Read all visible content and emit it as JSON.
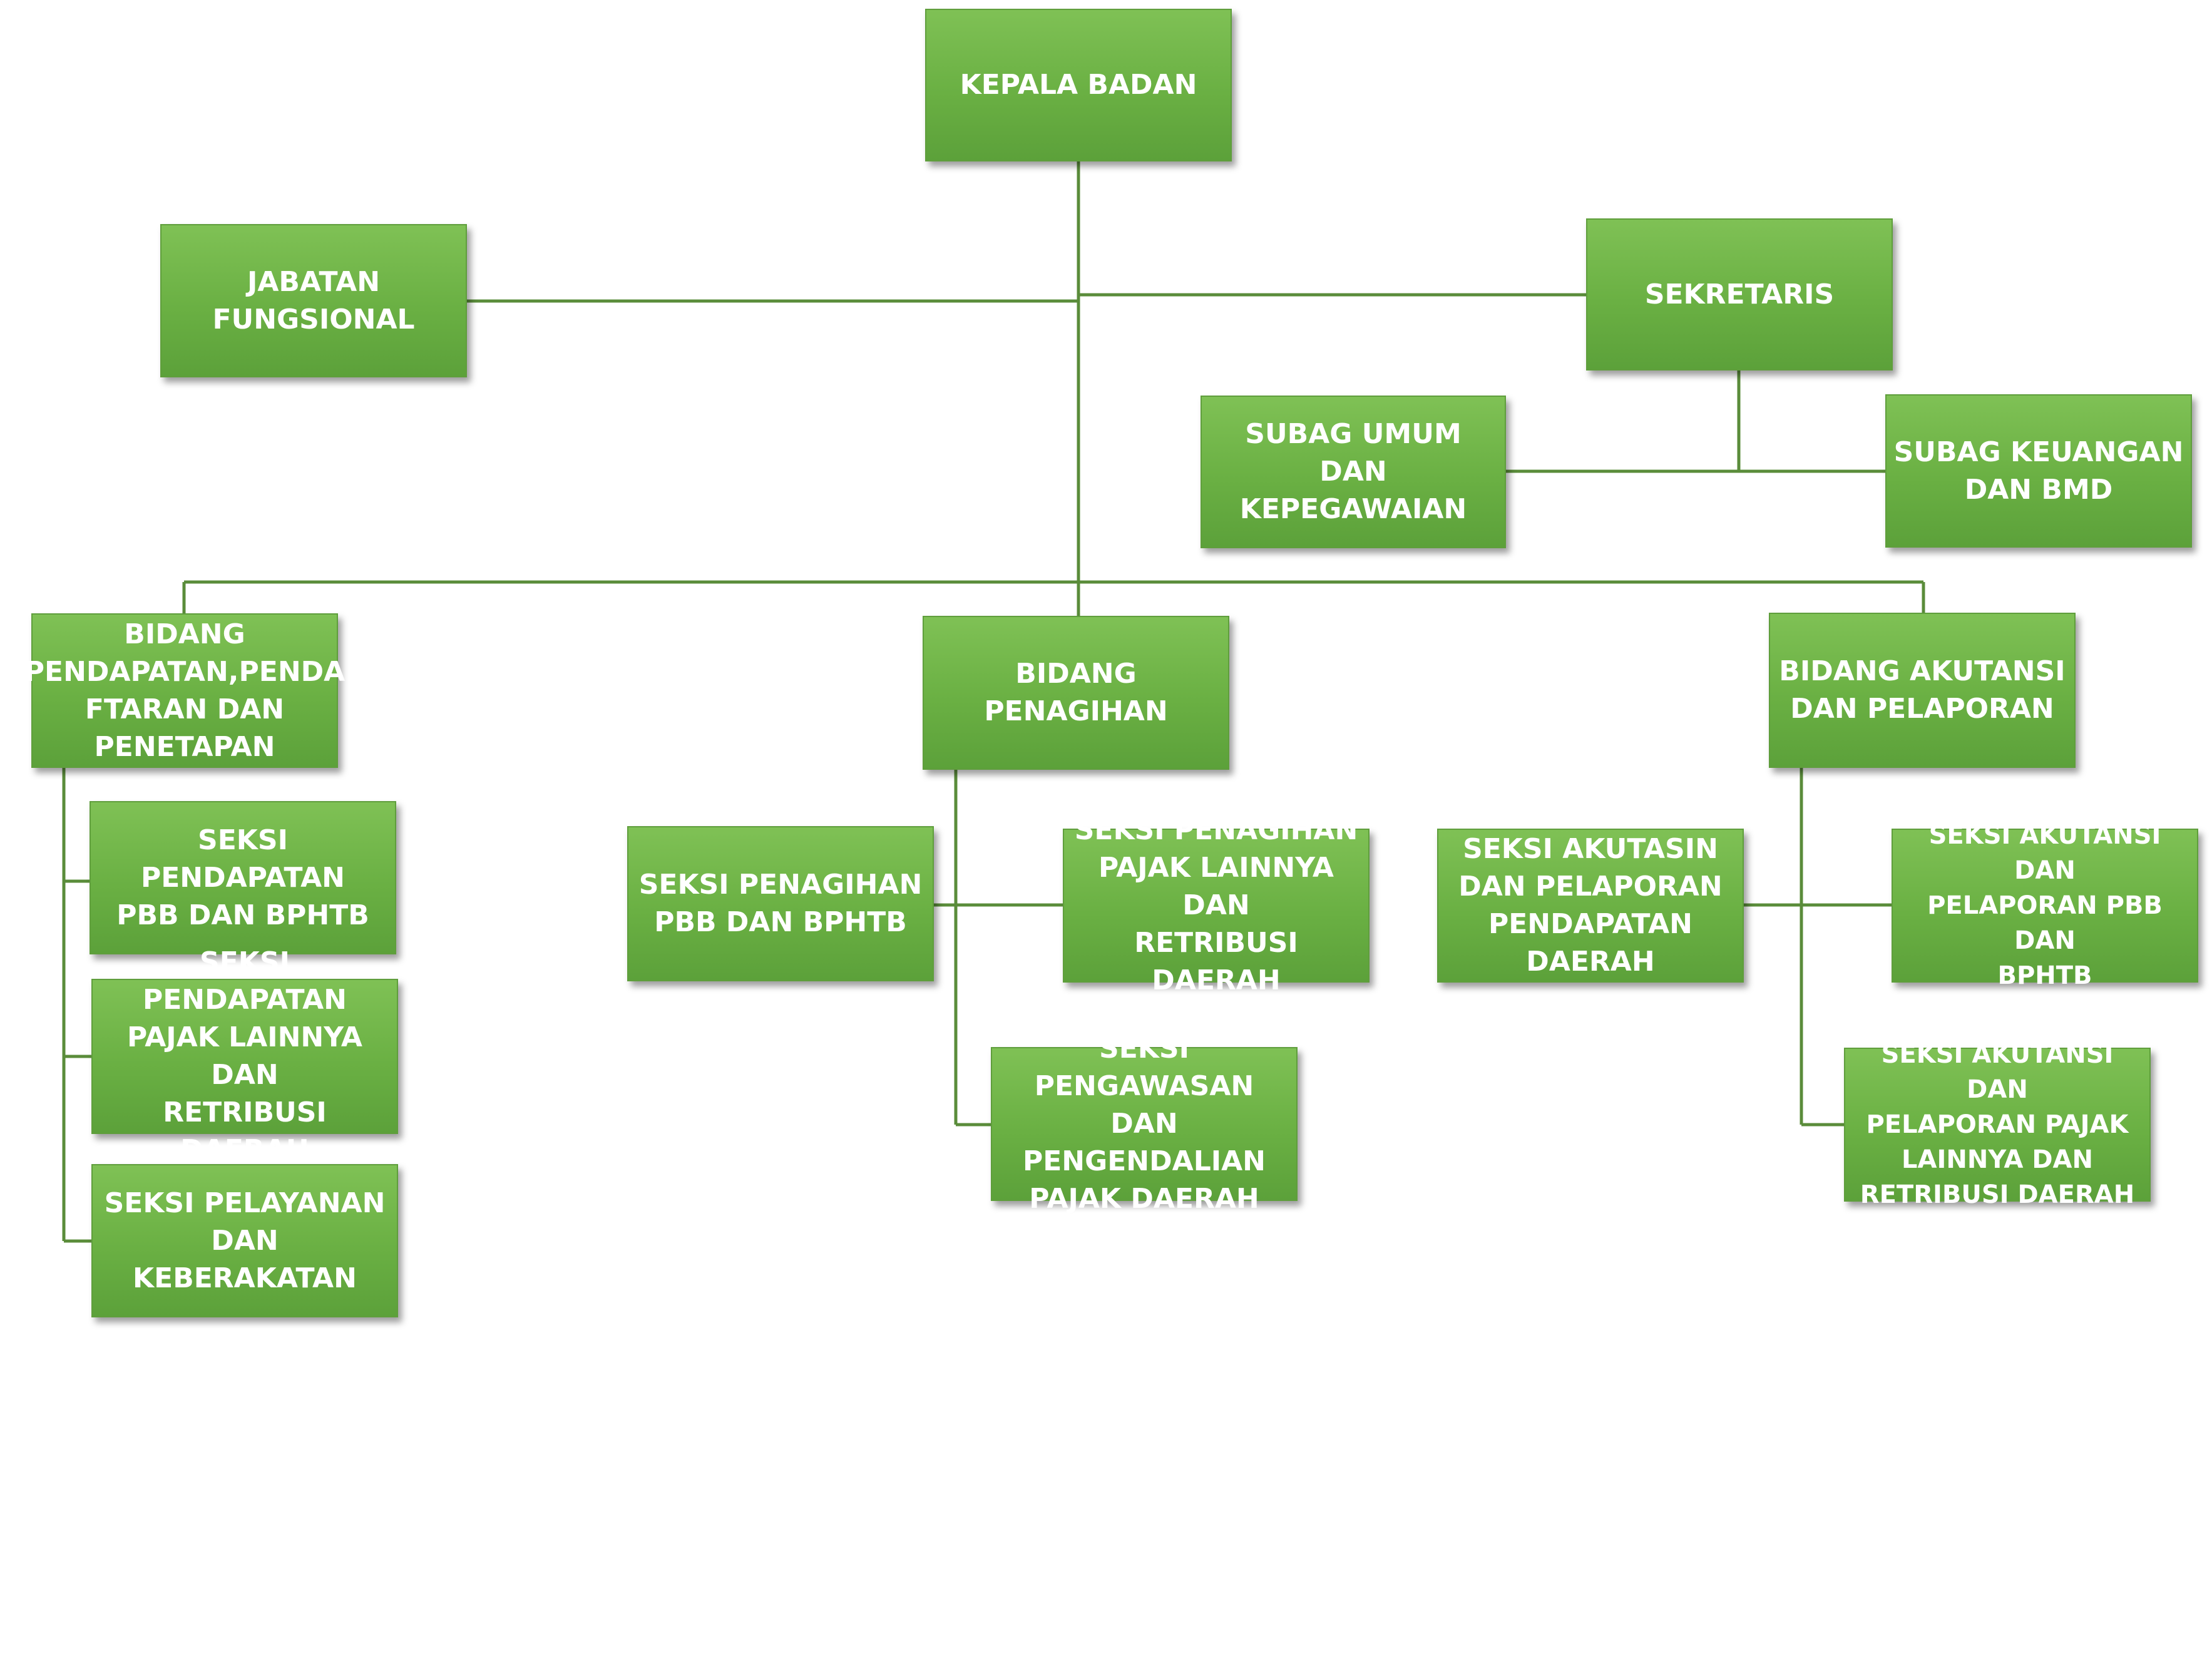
{
  "org_chart": {
    "colors": {
      "box": "#6ab043",
      "box_border": "#5f9e3c",
      "line": "#5a8c3a",
      "text": "#ffffff"
    },
    "nodes": {
      "kepala_badan": "KEPALA BADAN",
      "jabatan_fungsional": "JABATAN\nFUNGSIONAL",
      "sekretaris": "SEKRETARIS",
      "subag_umum": "SUBAG UMUM DAN\nKEPEGAWAIAN",
      "subag_keuangan": "SUBAG KEUANGAN\nDAN BMD",
      "bidang_pendapatan": "BIDANG\nPENDAPATAN,PENDA\nFTARAN DAN\nPENETAPAN",
      "bidang_penagihan": "BIDANG PENAGIHAN",
      "bidang_akutansi": "BIDANG AKUTANSI\nDAN PELAPORAN",
      "seksi_pendapatan_pbb": "SEKSI PENDAPATAN\nPBB DAN BPHTB",
      "seksi_pendapatan_pajak": "SEKSI PENDAPATAN\nPAJAK LAINNYA DAN\nRETRIBUSI DAERAH",
      "seksi_pelayanan": "SEKSI PELAYANAN\nDAN KEBERAKATAN",
      "seksi_penagihan_pbb": "SEKSI PENAGIHAN\nPBB DAN BPHTB",
      "seksi_penagihan_pajak": "SEKSI PENAGIHAN\nPAJAK LAINNYA DAN\nRETRIBUSI DAERAH",
      "seksi_pengawasan": "SEKSI PENGAWASAN\nDAN PENGENDALIAN\nPAJAK DAERAH",
      "seksi_akutasin_pendapatan": "SEKSI AKUTASIN\nDAN PELAPORAN\nPENDAPATAN\nDAERAH",
      "seksi_akutansi_pbb": "SEKSI AKUTANSI DAN\nPELAPORAN PBB DAN\nBPHTB",
      "seksi_akutansi_pajak": "SEKSI AKUTANSI DAN\nPELAPORAN PAJAK\nLAINNYA DAN\nRETRIBUSI DAERAH"
    }
  }
}
